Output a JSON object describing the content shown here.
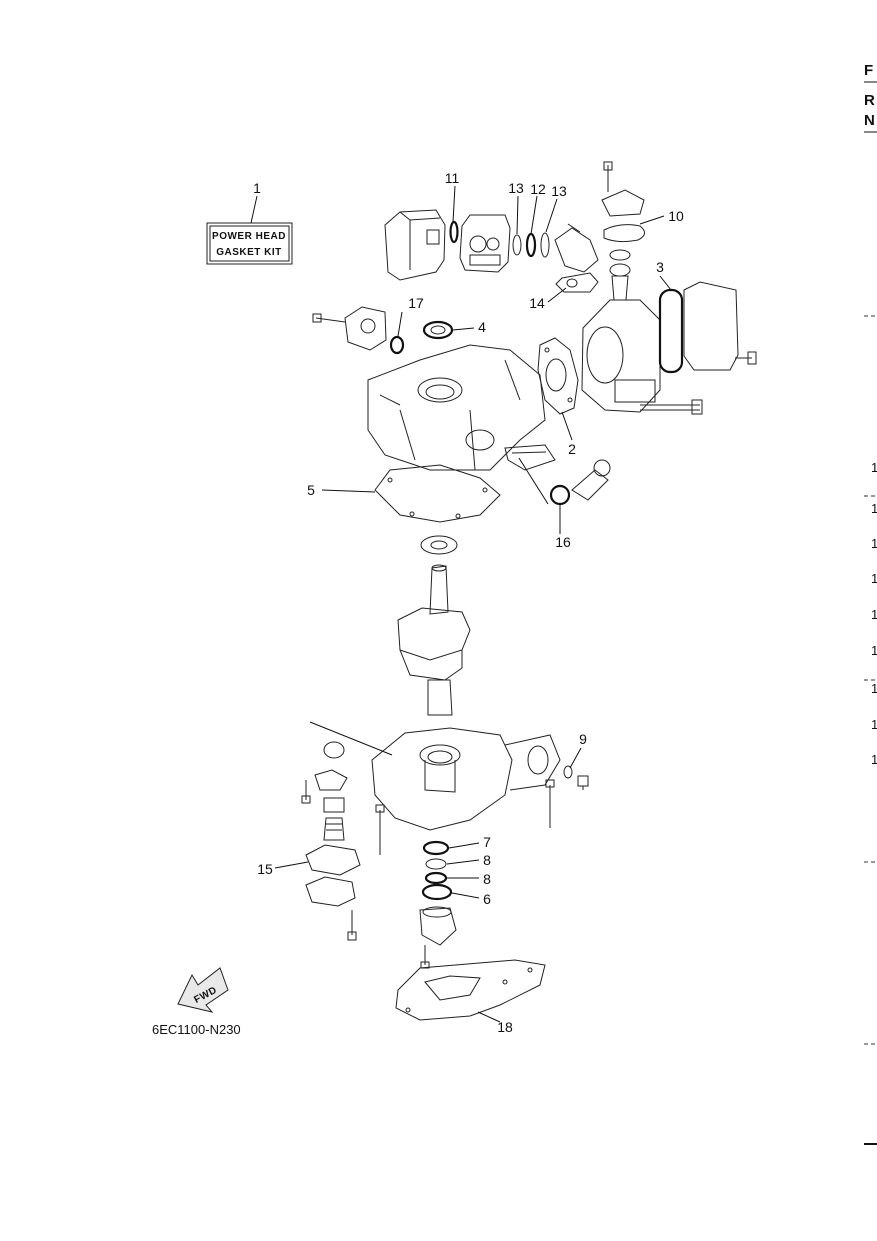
{
  "kit_label": {
    "line1": "POWER HEAD",
    "line2": "GASKET KIT"
  },
  "figure_code": "6EC1100-N230",
  "fwd_label": "FWD",
  "callouts": [
    {
      "id": "c1",
      "text": "1"
    },
    {
      "id": "c2",
      "text": "2"
    },
    {
      "id": "c3",
      "text": "3"
    },
    {
      "id": "c4",
      "text": "4"
    },
    {
      "id": "c5",
      "text": "5"
    },
    {
      "id": "c6",
      "text": "6"
    },
    {
      "id": "c7",
      "text": "7"
    },
    {
      "id": "c8a",
      "text": "8"
    },
    {
      "id": "c8b",
      "text": "8"
    },
    {
      "id": "c9",
      "text": "9"
    },
    {
      "id": "c10",
      "text": "10"
    },
    {
      "id": "c11",
      "text": "11"
    },
    {
      "id": "c12",
      "text": "12"
    },
    {
      "id": "c13a",
      "text": "13"
    },
    {
      "id": "c13b",
      "text": "13"
    },
    {
      "id": "c14",
      "text": "14"
    },
    {
      "id": "c15",
      "text": "15"
    },
    {
      "id": "c16",
      "text": "16"
    },
    {
      "id": "c17",
      "text": "17"
    },
    {
      "id": "c18",
      "text": "18"
    }
  ],
  "edge_header": [
    "F",
    "R",
    "N"
  ],
  "edge_numbers": [
    "1",
    "1",
    "1",
    "1",
    "1",
    "1",
    "1",
    "1",
    "1"
  ]
}
